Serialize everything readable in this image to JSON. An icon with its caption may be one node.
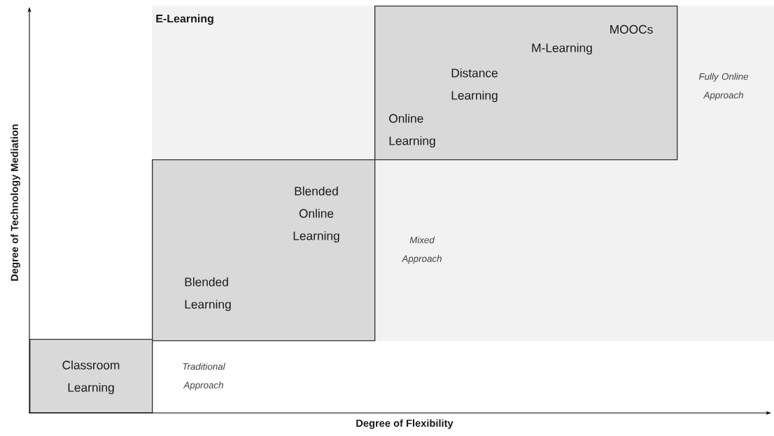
{
  "diagram": {
    "nodes": [
      {
        "text": [
          "E-Learning"
        ]
      },
      {
        "text": [
          "MOOCs",
          "M-Learning",
          "Distance Learning",
          "Online Learning"
        ],
        "in": 0
      },
      {
        "text": [
          "Blended Online Learning",
          "Blended Learning"
        ],
        "in": 0
      },
      {
        "text": [
          "Classroom Learning"
        ]
      }
    ],
    "labels": [
      "Fully Online Approach",
      "Mixed Approach",
      "Traditional Approach",
      "Degree of Technology Mediation",
      "Degree of Flexibility"
    ]
  }
}
